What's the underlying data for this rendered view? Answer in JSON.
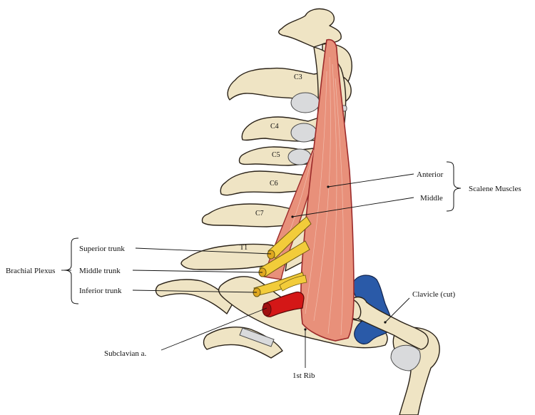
{
  "labels": {
    "c3": "C3",
    "c4": "C4",
    "c5": "C5",
    "c6": "C6",
    "c7": "C7",
    "t1": "T1",
    "anterior": "Anterior",
    "middle": "Middle",
    "scalene_muscles": "Scalene Muscles",
    "superior_trunk": "Superior trunk",
    "middle_trunk": "Middle trunk",
    "inferior_trunk": "Inferior trunk",
    "brachial_plexus": "Brachial Plexus",
    "clavicle_cut": "Clavicle (cut)",
    "subclavian_a": "Subclavian a.",
    "first_rib": "1st Rib"
  },
  "colors": {
    "bone": "#efe4c4",
    "muscle": "#e8907a",
    "muscle_outline": "#9b2a2a",
    "nerve": "#f2cc3a",
    "artery": "#d41717",
    "vein": "#2a5aa8",
    "disc": "#d9dadc"
  }
}
